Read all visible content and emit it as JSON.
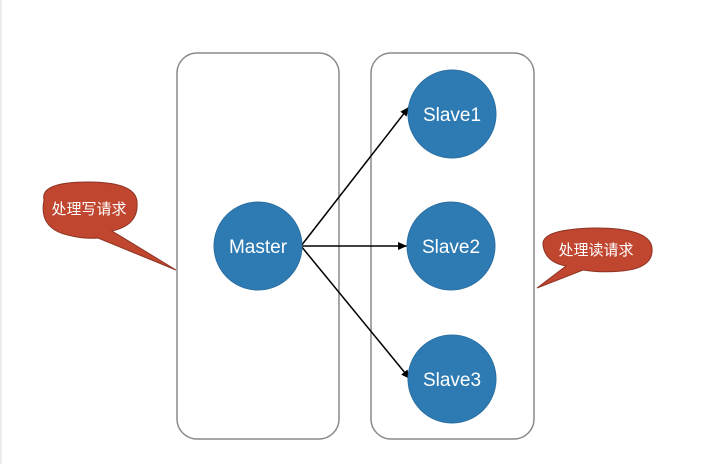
{
  "colors": {
    "background": "#ffffff",
    "group_border": "#8a8a8a",
    "node_fill": "#2e7bb4",
    "node_stroke": "#2a6fa3",
    "callout_fill": "#c0462f",
    "callout_stroke": "#8e3322",
    "arrow": "#000000",
    "label_text": "#ffffff"
  },
  "nodes": {
    "master": {
      "label": "Master"
    },
    "slave1": {
      "label": "Slave1"
    },
    "slave2": {
      "label": "Slave2"
    },
    "slave3": {
      "label": "Slave3"
    }
  },
  "callouts": {
    "write": {
      "label": "处理写请求"
    },
    "read": {
      "label": "处理读请求"
    }
  },
  "edges": [
    {
      "from": "master",
      "to": "slave1"
    },
    {
      "from": "master",
      "to": "slave2"
    },
    {
      "from": "master",
      "to": "slave3"
    }
  ]
}
